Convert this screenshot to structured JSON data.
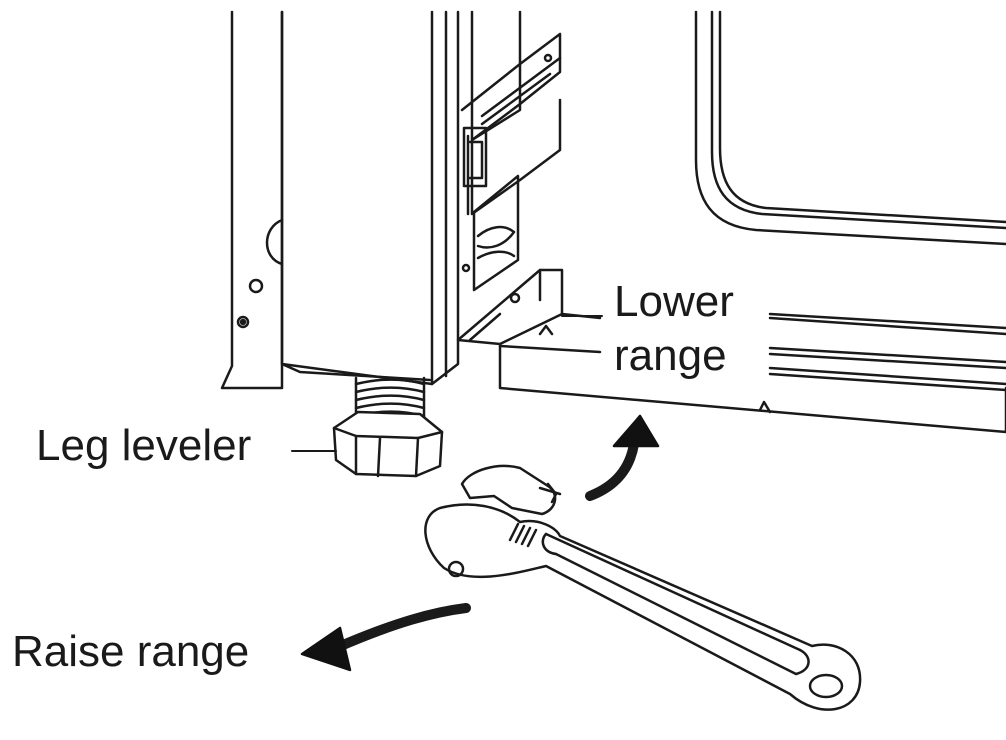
{
  "labels": {
    "lower_range_line1": "Lower",
    "lower_range_line2": "range",
    "leg_leveler": "Leg leveler",
    "raise_range": "Raise range"
  },
  "colors": {
    "line": "#1a1a1a",
    "fill": "#ffffff",
    "arrow": "#111111"
  }
}
